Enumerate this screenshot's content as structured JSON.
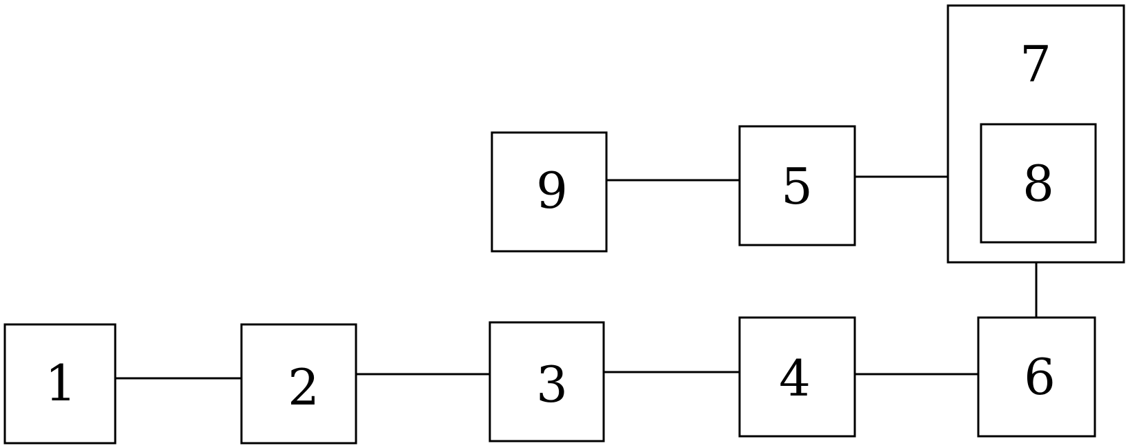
{
  "blocks": {
    "b1": "1",
    "b2": "2",
    "b3": "3",
    "b4": "4",
    "b5": "5",
    "b6": "6",
    "b7": "7",
    "b8": "8",
    "b9": "9"
  },
  "colors": {
    "stroke": "#000000",
    "background": "#ffffff"
  }
}
